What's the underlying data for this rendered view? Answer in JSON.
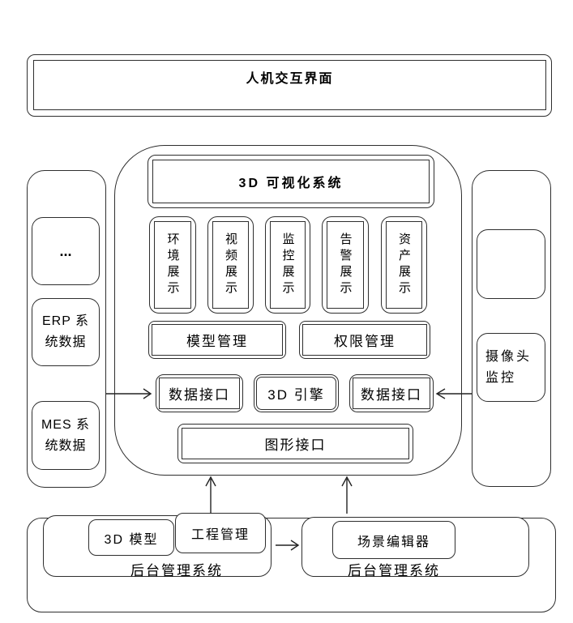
{
  "colors": {
    "border": "#2e2e2e",
    "text": "#000000",
    "background": "#ffffff"
  },
  "top_banner": {
    "title": "人机交互界面"
  },
  "sources_panel": {
    "more": {
      "label": "..."
    },
    "erp": {
      "line1": "ERP 系",
      "line2": "统数据"
    },
    "mes": {
      "line1": "MES 系",
      "line2": "统数据"
    }
  },
  "camera_panel": {
    "camera": {
      "line1": "摄像头",
      "line2": "监控"
    }
  },
  "viz_system": {
    "title": "3D 可视化系统",
    "panels": [
      {
        "label": "环境展示"
      },
      {
        "label": "视频展示"
      },
      {
        "label": "监控展示"
      },
      {
        "label": "告警展示"
      },
      {
        "label": "资产展示"
      }
    ],
    "model_mgmt": "模型管理",
    "perm_mgmt": "权限管理",
    "data_if_left": "数据接口",
    "engine": "3D 引擎",
    "data_if_right": "数据接口",
    "graphics_if": "图形接口"
  },
  "backend": {
    "left": {
      "model_3d": "3D 模型",
      "project_mgmt": "工程管理",
      "label": "后台管理系统"
    },
    "right": {
      "scene_editor": "场景编辑器",
      "label": "后台管理系统"
    }
  }
}
